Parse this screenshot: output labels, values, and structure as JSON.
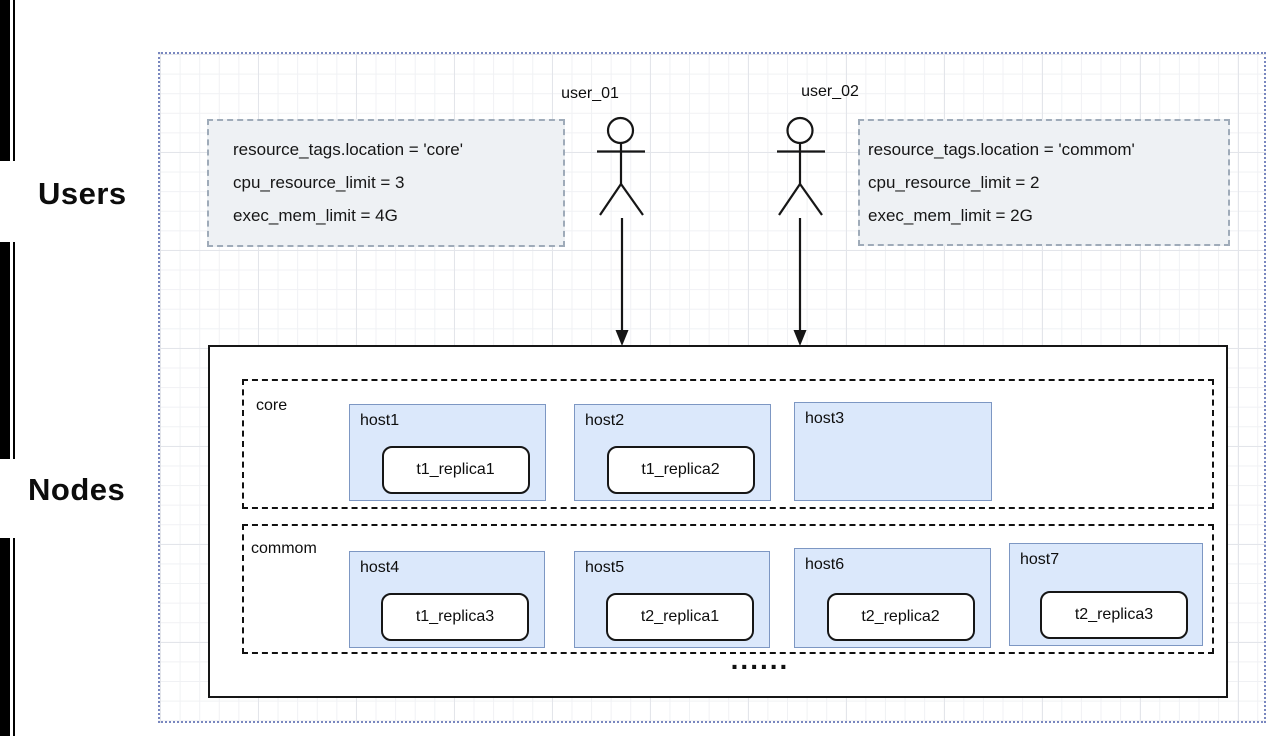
{
  "side_labels": {
    "users": "Users",
    "nodes": "Nodes"
  },
  "users": [
    {
      "name": "user_01",
      "config": [
        "resource_tags.location = 'core'",
        "cpu_resource_limit = 3",
        "exec_mem_limit = 4G"
      ]
    },
    {
      "name": "user_02",
      "config": [
        "resource_tags.location = 'commom'",
        "cpu_resource_limit = 2",
        "exec_mem_limit = 2G"
      ]
    }
  ],
  "nodes": {
    "groups": [
      {
        "label": "core",
        "hosts": [
          {
            "name": "host1",
            "replica": "t1_replica1"
          },
          {
            "name": "host2",
            "replica": "t1_replica2"
          },
          {
            "name": "host3",
            "replica": ""
          }
        ]
      },
      {
        "label": "commom",
        "hosts": [
          {
            "name": "host4",
            "replica": "t1_replica3"
          },
          {
            "name": "host5",
            "replica": "t2_replica1"
          },
          {
            "name": "host6",
            "replica": "t2_replica2"
          },
          {
            "name": "host7",
            "replica": "t2_replica3"
          }
        ]
      }
    ],
    "ellipsis": "......"
  },
  "colors": {
    "host_fill": "#dbe8fb",
    "host_border": "#7d97c3",
    "config_fill": "#eef1f4",
    "config_border": "#9fabb9",
    "canvas_border": "#7987bf",
    "line": "#161616"
  }
}
